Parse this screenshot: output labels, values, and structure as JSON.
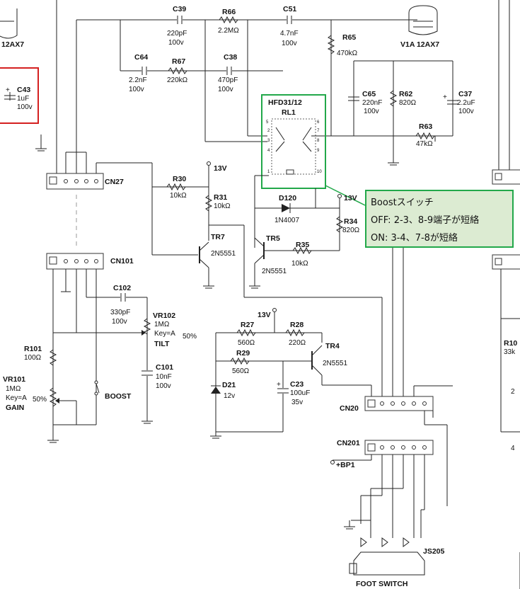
{
  "diagram": {
    "tubes": {
      "left": "12AX7",
      "right": "V1A 12AX7"
    },
    "components": {
      "C43": {
        "name": "C43",
        "v1": "1uF",
        "v2": "100v"
      },
      "C39": {
        "name": "C39",
        "v1": "220pF",
        "v2": "100v"
      },
      "R66": {
        "name": "R66",
        "v1": "2.2MΩ"
      },
      "C51": {
        "name": "C51",
        "v1": "4.7nF",
        "v2": "100v"
      },
      "R65": {
        "name": "R65",
        "v1": "470kΩ"
      },
      "C64": {
        "name": "C64",
        "v1": "2.2nF",
        "v2": "100v"
      },
      "R67": {
        "name": "R67",
        "v1": "220kΩ"
      },
      "C38": {
        "name": "C38",
        "v1": "470pF",
        "v2": "100v"
      },
      "C65": {
        "name": "C65",
        "v1": "220nF",
        "v2": "100v"
      },
      "R62": {
        "name": "R62",
        "v1": "820Ω"
      },
      "C37": {
        "name": "C37",
        "v1": "2.2uF",
        "v2": "100v"
      },
      "R63": {
        "name": "R63",
        "v1": "47kΩ"
      },
      "R30": {
        "name": "R30",
        "v1": "10kΩ"
      },
      "R31": {
        "name": "R31",
        "v1": "10kΩ"
      },
      "TR7": {
        "name": "TR7",
        "v1": "2N5551"
      },
      "TR5": {
        "name": "TR5",
        "v1": "2N5551"
      },
      "R35": {
        "name": "R35",
        "v1": "10kΩ"
      },
      "D120": {
        "name": "D120",
        "v1": "1N4007"
      },
      "R34": {
        "name": "R34",
        "v1": "820Ω"
      },
      "C102": {
        "name": "C102",
        "v1": "330pF",
        "v2": "100v"
      },
      "VR102": {
        "name": "VR102",
        "v1": "1MΩ",
        "v2": "Key=A",
        "v3": "50%",
        "v4": "TILT"
      },
      "C101": {
        "name": "C101",
        "v1": "10nF",
        "v2": "100v"
      },
      "R101": {
        "name": "R101",
        "v1": "100Ω"
      },
      "VR101": {
        "name": "VR101",
        "v1": "1MΩ",
        "v2": "Key=A",
        "v3": "50%",
        "v4": "GAIN"
      },
      "R27": {
        "name": "R27",
        "v1": "560Ω"
      },
      "R28": {
        "name": "R28",
        "v1": "220Ω"
      },
      "R29": {
        "name": "R29",
        "v1": "560Ω"
      },
      "TR4": {
        "name": "TR4",
        "v1": "2N5551"
      },
      "D21": {
        "name": "D21",
        "v1": "12v"
      },
      "C23": {
        "name": "C23",
        "v1": "100uF",
        "v2": "35v"
      },
      "R103": {
        "name": "R10",
        "v1": "33k"
      }
    },
    "relay": {
      "part": "HFD31/12",
      "ref": "RL1"
    },
    "connectors": {
      "CN27": "CN27",
      "CN101": "CN101",
      "CN20": "CN20",
      "CN201": "CN201",
      "JS205": "JS205"
    },
    "rails": {
      "v13_a": "13V",
      "v13_b": "13V",
      "v13_c": "13V",
      "bp1": "+BP1"
    },
    "misc": {
      "boost": "BOOST",
      "foot_switch": "FOOT SWITCH",
      "r_edge_1": "2",
      "r_edge_2": "4"
    },
    "highlight_colors": {
      "red_box": "#d42020",
      "green_box": "#22a84a",
      "callout_bg": "#dcebd2"
    }
  },
  "callout": {
    "title": "Boostスイッチ",
    "off": "OFF: 2-3、8-9端子が短絡",
    "on": "ON: 3-4、7-8が短絡"
  }
}
